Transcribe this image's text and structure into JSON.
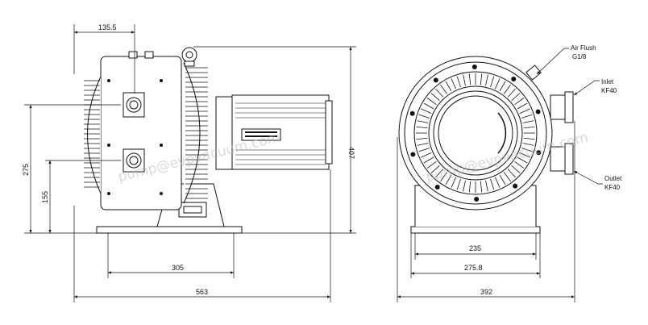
{
  "dimensions": {
    "top_width": "135.5",
    "overall_height": "407",
    "shaft_height": "275",
    "port_height": "155",
    "foot_spacing": "305",
    "overall_length": "563",
    "end_foot_spacing": "235",
    "end_foot_width": "275.8",
    "end_overall_width": "392"
  },
  "callouts": {
    "air_flush_line1": "Air Flush",
    "air_flush_line2": "G1/8",
    "inlet_line1": "Inlet",
    "inlet_line2": "KF40",
    "outlet_line1": "Outlet",
    "outlet_line2": "KF40"
  },
  "watermarks": {
    "side": "pump@evpvacuum.com",
    "end": "pump@evpvacuum.com"
  }
}
